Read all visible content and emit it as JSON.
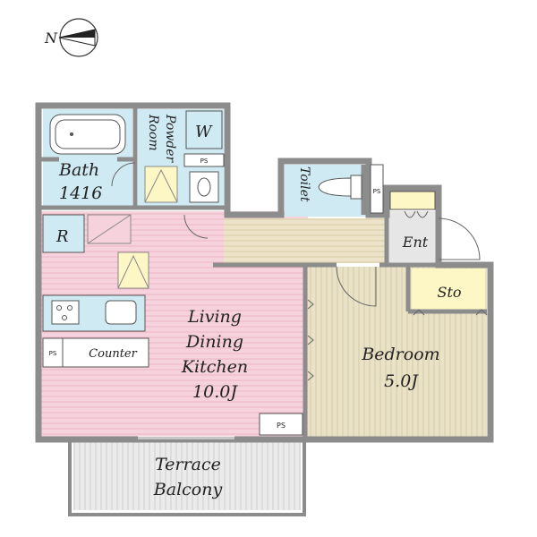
{
  "compass": {
    "north_label": "N"
  },
  "rooms": {
    "bath": {
      "name": "Bath",
      "size": "1416"
    },
    "powder_room": {
      "line1": "Powder",
      "line2": "Room"
    },
    "washer": "W",
    "toilet": "Toilet",
    "refrigerator": "R",
    "entrance": "Ent",
    "storage": "Sto",
    "counter": "Counter",
    "ldk": {
      "line1": "Living",
      "line2": "Dining",
      "line3": "Kitchen",
      "size": "10.0J"
    },
    "bedroom": {
      "name": "Bedroom",
      "size": "5.0J"
    },
    "terrace": {
      "line1": "Terrace",
      "line2": "Balcony"
    }
  },
  "pipe_space": "PS",
  "colors": {
    "wall": "#8c8c8c",
    "ldk_floor": "#f6d2dc",
    "bedroom_floor": "#e9e2c6",
    "wet_area": "#cfeaf2",
    "corridor_floor": "#ece3c8",
    "storage": "#fdf7c5",
    "terrace": "#e8e8e8",
    "entrance": "#e6e6e6"
  }
}
